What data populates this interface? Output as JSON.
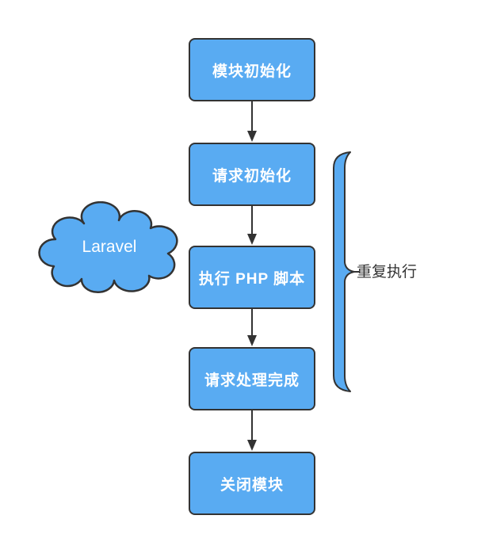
{
  "diagram": {
    "type": "flowchart",
    "background_color": "#ffffff",
    "node_fill_color": "#59ABF2",
    "node_border_color": "#333333",
    "node_text_color": "#ffffff",
    "connector_color": "#333333",
    "annotation_text_color": "#333333",
    "nodes": [
      {
        "id": "module-init",
        "label": "模块初始化"
      },
      {
        "id": "request-init",
        "label": "请求初始化"
      },
      {
        "id": "execute-php-script",
        "label": "执行 PHP 脚本"
      },
      {
        "id": "request-complete",
        "label": "请求处理完成"
      },
      {
        "id": "close-module",
        "label": "关闭模块"
      }
    ],
    "edges": [
      {
        "from": "module-init",
        "to": "request-init"
      },
      {
        "from": "request-init",
        "to": "execute-php-script"
      },
      {
        "from": "execute-php-script",
        "to": "request-complete"
      },
      {
        "from": "request-complete",
        "to": "close-module"
      }
    ],
    "cloud": {
      "label": "Laravel"
    },
    "bracket": {
      "label": "重复执行",
      "spans_nodes": [
        "request-init",
        "execute-php-script",
        "request-complete"
      ]
    }
  }
}
